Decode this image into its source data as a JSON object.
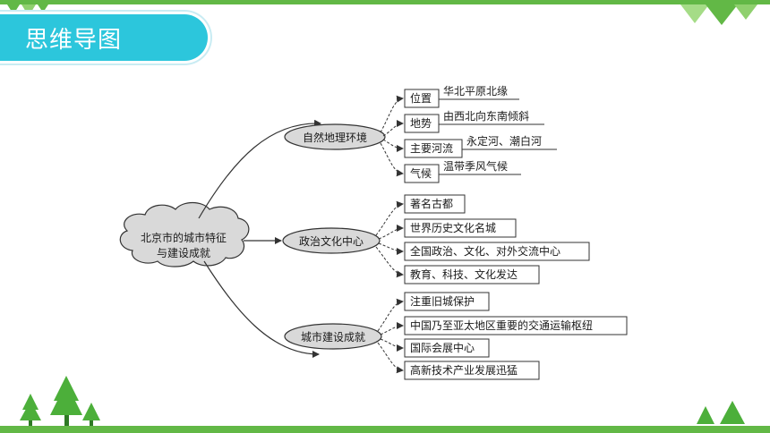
{
  "header": {
    "title": "思维导图"
  },
  "mindmap": {
    "root": {
      "line1": "北京市的城市特征",
      "line2": "与建设成就"
    },
    "branches": [
      {
        "label": "自然地理环境",
        "items": [
          {
            "key": "位置",
            "value": "华北平原北缘"
          },
          {
            "key": "地势",
            "value": "由西北向东南倾斜"
          },
          {
            "key": "主要河流",
            "value": "永定河、潮白河"
          },
          {
            "key": "气候",
            "value": "温带季风气候"
          }
        ]
      },
      {
        "label": "政治文化中心",
        "items": [
          {
            "key": "著名古都"
          },
          {
            "key": "世界历史文化名城"
          },
          {
            "key": "全国政治、文化、对外交流中心"
          },
          {
            "key": "教育、科技、文化发达"
          }
        ]
      },
      {
        "label": "城市建设成就",
        "items": [
          {
            "key": "注重旧城保护"
          },
          {
            "key": "中国乃至亚太地区重要的交通运输枢纽"
          },
          {
            "key": "国际会展中心"
          },
          {
            "key": "高新技术产业发展迅猛"
          }
        ]
      }
    ]
  },
  "colors": {
    "accent": "#2cc6dc",
    "bar": "#62b846",
    "cloud": "#d9d9d9"
  }
}
